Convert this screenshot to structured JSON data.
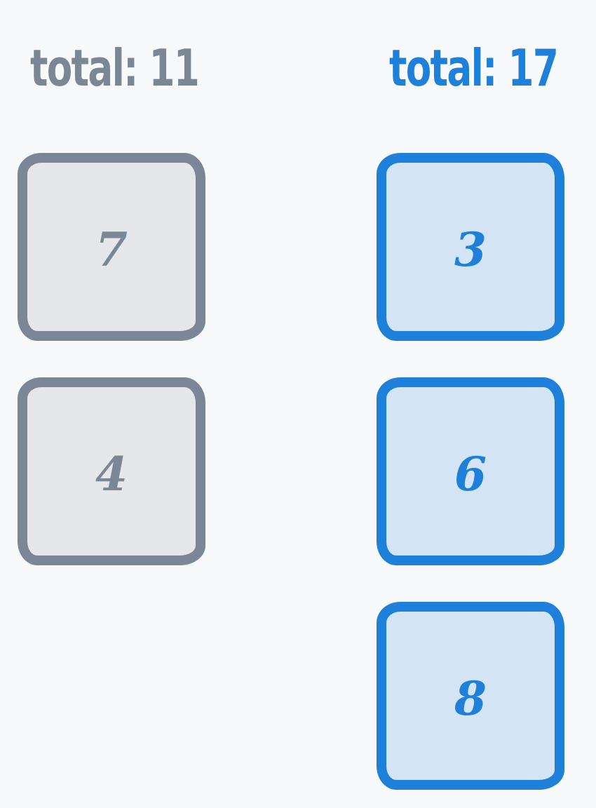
{
  "colors": {
    "background": "#f7f9fb",
    "left_stroke": "#7b8795",
    "left_fill": "#e5e7ea",
    "right_stroke": "#1f80d9",
    "right_fill": "#d3e4f4"
  },
  "left_pile": {
    "total_label": "total: 11",
    "cards": [
      {
        "value": "7"
      },
      {
        "value": "4"
      }
    ]
  },
  "right_pile": {
    "total_label": "total: 17",
    "cards": [
      {
        "value": "3"
      },
      {
        "value": "6"
      },
      {
        "value": "8"
      }
    ]
  }
}
